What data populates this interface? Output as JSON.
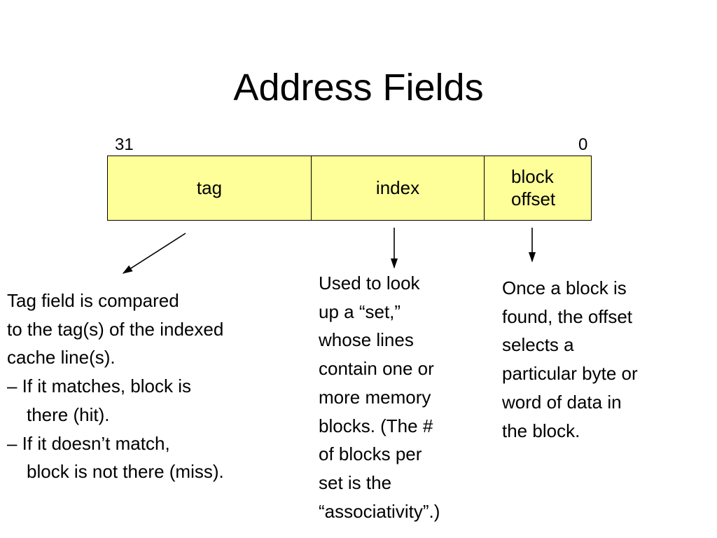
{
  "title": "Address Fields",
  "bits": {
    "high": "31",
    "low": "0"
  },
  "fields": {
    "tag": "tag",
    "index": "index",
    "offset_line1": "block",
    "offset_line2": "offset"
  },
  "colors": {
    "field_fill": "#ffff99",
    "text": "#000000",
    "background": "#ffffff"
  },
  "notes": {
    "tag": [
      "Tag field is compared",
      "to the tag(s) of the indexed",
      "cache line(s).",
      "– If it matches, block is",
      "there (hit).",
      "– If it doesn’t match,",
      "block is not there (miss)."
    ],
    "index": [
      "Used to look",
      "up a “set,”",
      "whose lines",
      "contain one or",
      "more memory",
      "blocks.  (The #",
      "of blocks per",
      "set is the",
      "“associativity”.)"
    ],
    "offset": [
      "Once a block is",
      "found, the offset",
      "selects a",
      "particular byte or",
      "word of data in",
      "the block."
    ]
  }
}
